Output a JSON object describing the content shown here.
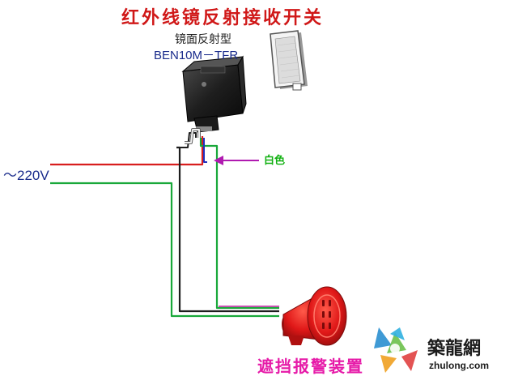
{
  "title": "红外线镜反射接收开关",
  "subtitle": "镜面反射型",
  "model": "BEN10M－TFR",
  "voltage_label": "～220V",
  "wire_label": "白色",
  "device_label": "遮挡报警装置",
  "watermark": {
    "name": "築龍網",
    "url": "zhulong.com"
  },
  "colors": {
    "title": "#d01818",
    "wire_red": "#d81e1e",
    "wire_green": "#19a83a",
    "wire_white": "#e8e8e8",
    "wire_black": "#1e1e1e",
    "wire_blue": "#2030c0",
    "arrow": "#b01ab0",
    "siren": "#e01818",
    "device_label": "#e61aa8"
  },
  "icons": [
    "sensor-body-icon",
    "reflector-mirror-icon",
    "siren-icon",
    "zhulong-logo-icon"
  ]
}
